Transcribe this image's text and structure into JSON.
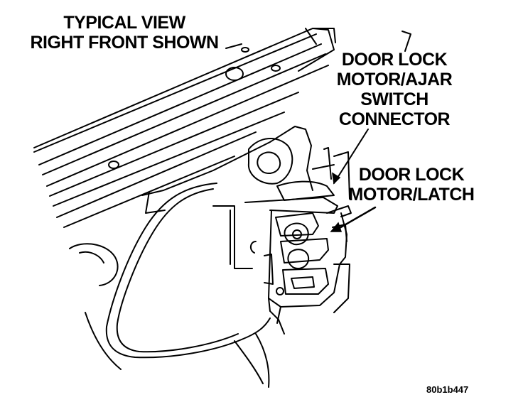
{
  "title": {
    "line1": "TYPICAL VIEW",
    "line2": "RIGHT FRONT SHOWN"
  },
  "callouts": [
    {
      "lines": [
        "DOOR LOCK",
        "MOTOR/AJAR",
        "SWITCH",
        "CONNECTOR"
      ]
    },
    {
      "lines": [
        "DOOR LOCK",
        "MOTOR/LATCH"
      ]
    }
  ],
  "figure_id": "80b1b447",
  "colors": {
    "ink": "#000000",
    "paper": "#ffffff"
  }
}
